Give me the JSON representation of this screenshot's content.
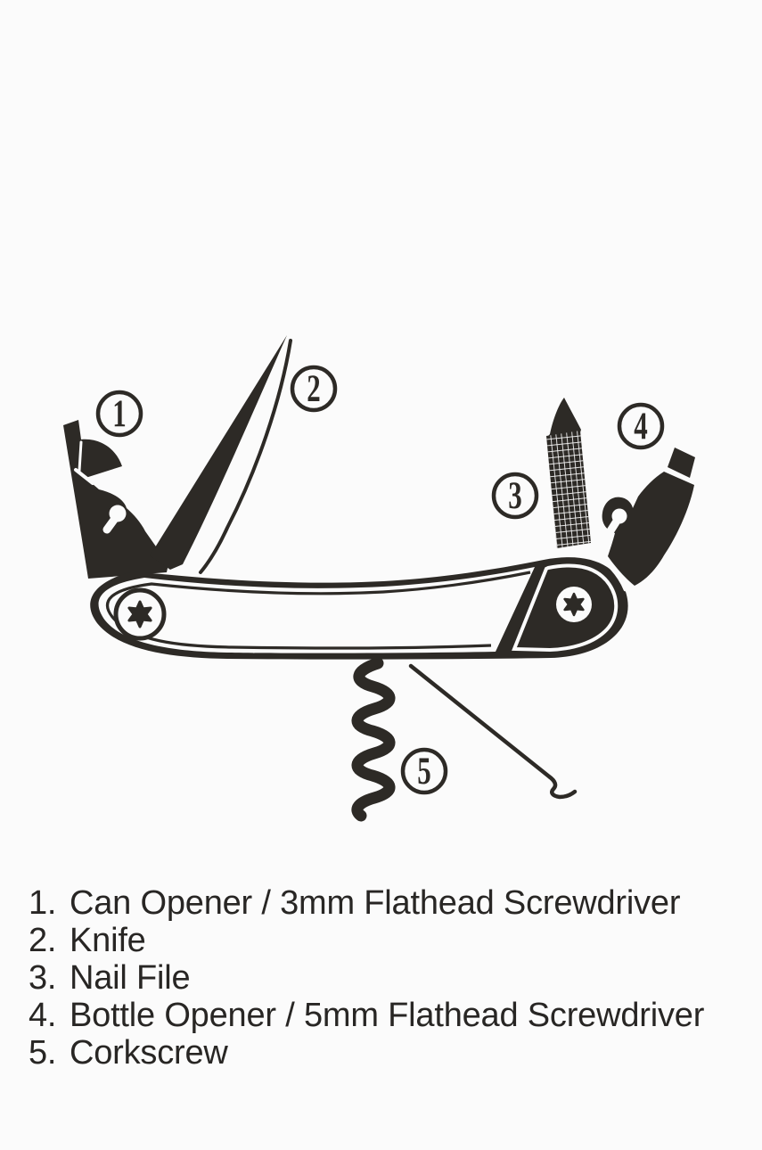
{
  "figure": {
    "type": "diagram",
    "ink_color": "#2d2a26",
    "background_color": "#fbfbfb",
    "callouts": [
      {
        "number": "1"
      },
      {
        "number": "2"
      },
      {
        "number": "3"
      },
      {
        "number": "4"
      },
      {
        "number": "5"
      }
    ]
  },
  "legend": {
    "items": [
      {
        "num": "1.",
        "label": "Can Opener / 3mm Flathead Screwdriver"
      },
      {
        "num": "2.",
        "label": "Knife"
      },
      {
        "num": "3.",
        "label": "Nail File"
      },
      {
        "num": "4.",
        "label": "Bottle Opener / 5mm Flathead Screwdriver"
      },
      {
        "num": "5.",
        "label": "Corkscrew"
      }
    ]
  }
}
